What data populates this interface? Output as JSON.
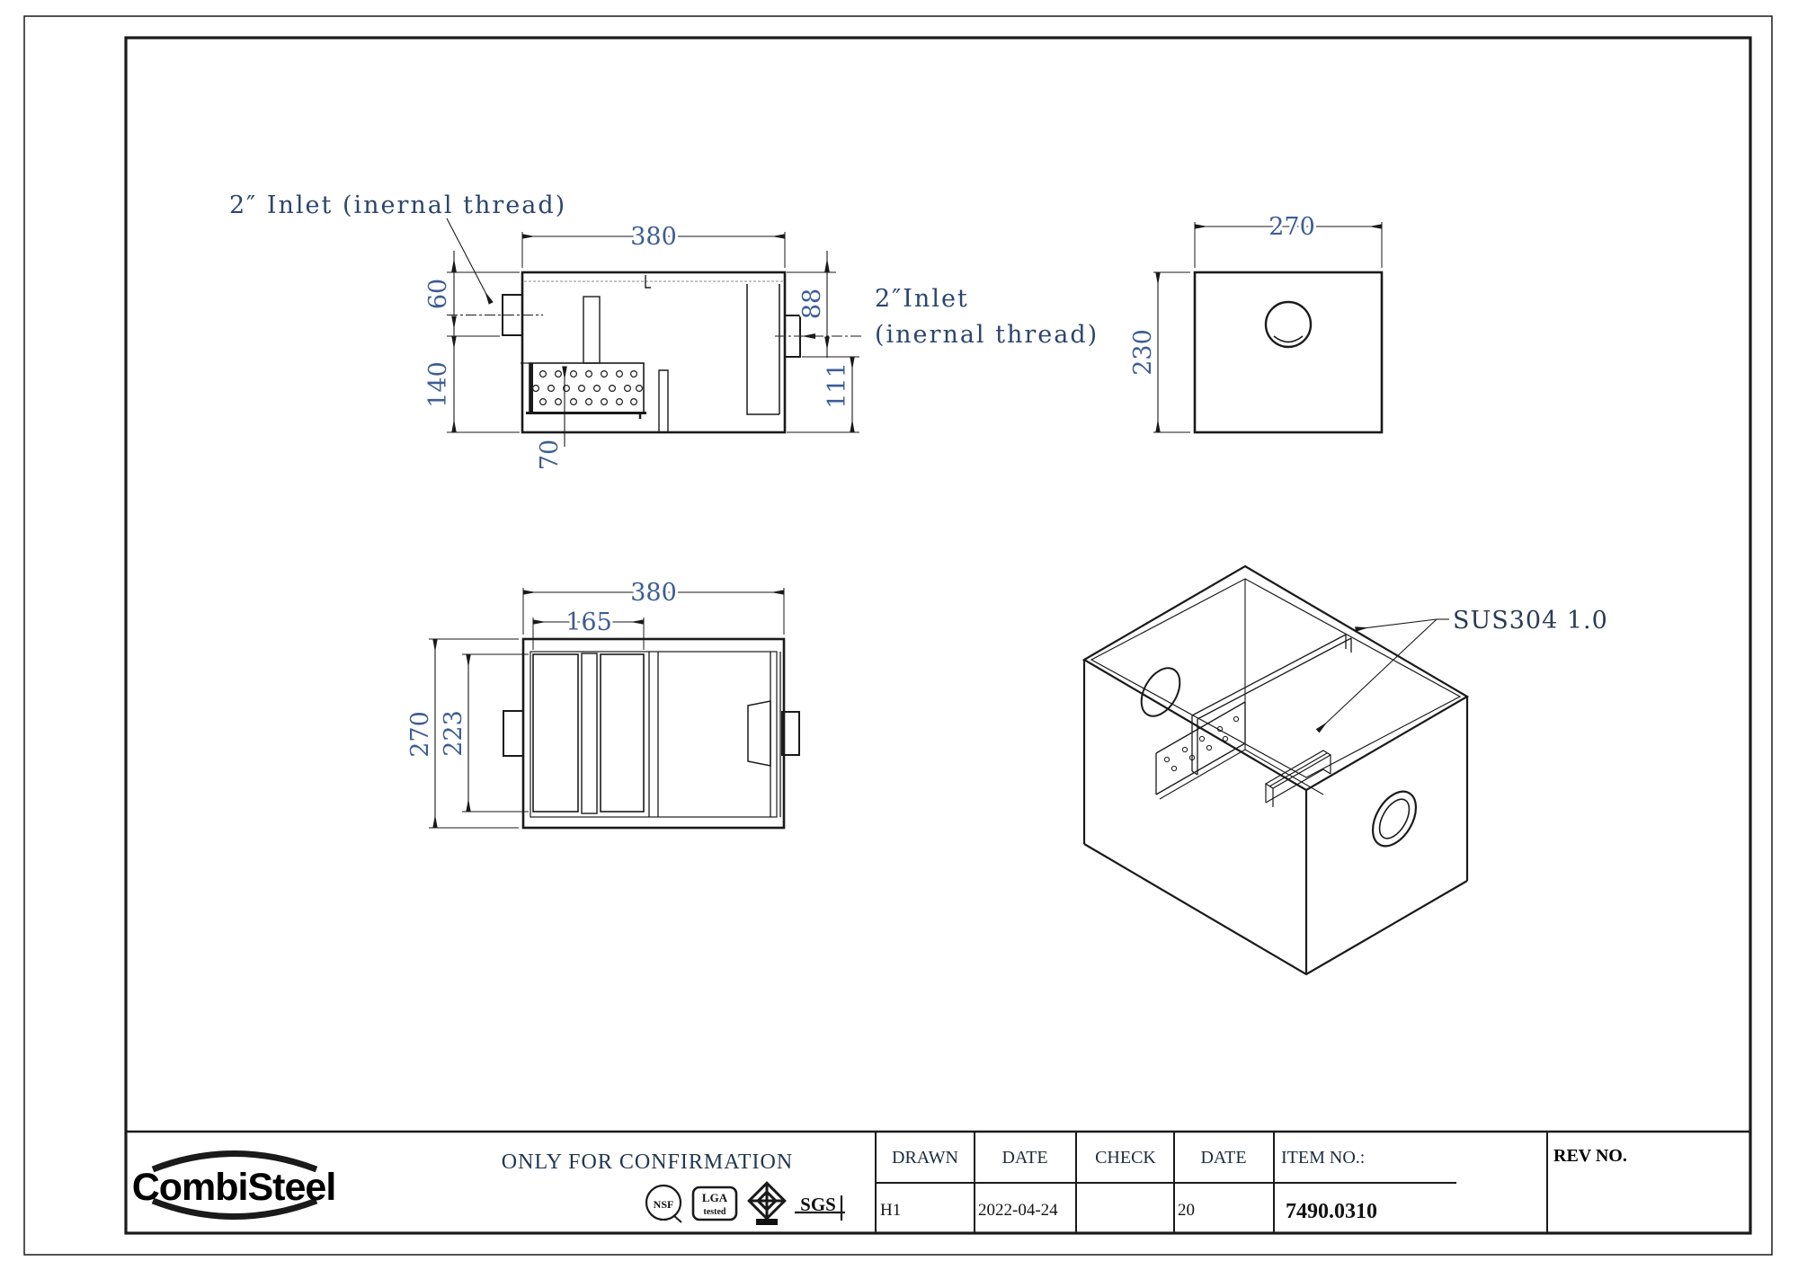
{
  "colors": {
    "line": "#1a1a1a",
    "dimension_text": "#3d5d94",
    "note_text": "#2c456e",
    "frame": "#777777"
  },
  "views": {
    "side": {
      "dim_width": "380",
      "dim_inlet_top": "60",
      "dim_inlet_bottom": "140",
      "dim_basket_depth": "70",
      "dim_outlet_top": "88",
      "dim_outlet_bottom": "111",
      "inlet_note": "2″ Inlet (inernal thread)",
      "outlet_note_line1": "2″Inlet",
      "outlet_note_line2": "(inernal thread)"
    },
    "end": {
      "dim_width": "270",
      "dim_height": "230"
    },
    "top": {
      "dim_width": "380",
      "dim_basket_width": "165",
      "dim_depth": "270",
      "dim_inner_depth": "223"
    },
    "iso": {
      "material_note": "SUS304 1.0"
    }
  },
  "title_block": {
    "logo_text": "CombiSteel",
    "confirmation_text": "ONLY FOR CONFIRMATION",
    "cert_icons": [
      {
        "name": "nsf-icon",
        "label": "NSF"
      },
      {
        "name": "lga-tested-icon",
        "label": "LGA",
        "sub": "tested"
      },
      {
        "name": "knot-cert-icon",
        "label": ""
      },
      {
        "name": "sgs-icon",
        "label": "SGS"
      }
    ],
    "headers": {
      "drawn": "DRAWN",
      "date1": "DATE",
      "check": "CHECK",
      "date2": "DATE",
      "item": "ITEM NO.:",
      "rev": "REV NO."
    },
    "values": {
      "drawn": "H1",
      "date1": "2022-04-24",
      "check": "",
      "date2": "20",
      "item_no": "7490.0310",
      "rev": ""
    }
  }
}
